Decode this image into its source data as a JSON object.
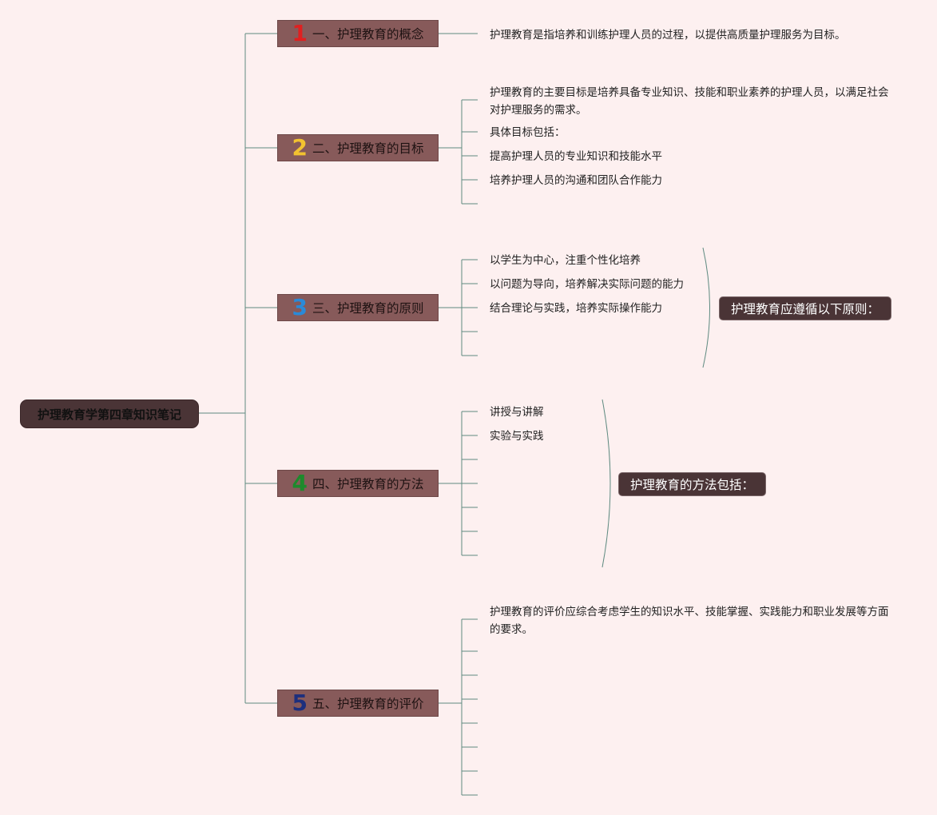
{
  "root": {
    "title": "护理教育学第四章知识笔记"
  },
  "branches": [
    {
      "num": "1",
      "label": "一、护理教育的概念",
      "color": "#e02020"
    },
    {
      "num": "2",
      "label": "二、护理教育的目标",
      "color": "#f2c230"
    },
    {
      "num": "3",
      "label": "三、护理教育的原则",
      "color": "#2a8ad8"
    },
    {
      "num": "4",
      "label": "四、护理教育的方法",
      "color": "#1d8a2c"
    },
    {
      "num": "5",
      "label": "五、护理教育的评价",
      "color": "#1d2f7d"
    }
  ],
  "leaves": {
    "concept": [
      "护理教育是指培养和训练护理人员的过程，以提供高质量护理服务为目标。"
    ],
    "goal": [
      "护理教育的主要目标是培养具备专业知识、技能和职业素养的护理人员，以满足社会对护理服务的需求。",
      "具体目标包括：",
      "提高护理人员的专业知识和技能水平",
      "培养护理人员的沟通和团队合作能力"
    ],
    "principle": [
      "以学生为中心，注重个性化培养",
      "以问题为导向，培养解决实际问题的能力",
      "结合理论与实践，培养实际操作能力"
    ],
    "method": [
      "讲授与讲解",
      "实验与实践"
    ],
    "evaluation": [
      "护理教育的评价应综合考虑学生的知识水平、技能掌握、实践能力和职业发展等方面的要求。"
    ]
  },
  "callouts": {
    "principle": "护理教育应遵循以下原则：",
    "method": "护理教育的方法包括："
  },
  "colors": {
    "line": "#5e8a80",
    "branch_fill": "#875a5a",
    "root_fill": "#4a3436",
    "background": "#fdf0f0"
  }
}
